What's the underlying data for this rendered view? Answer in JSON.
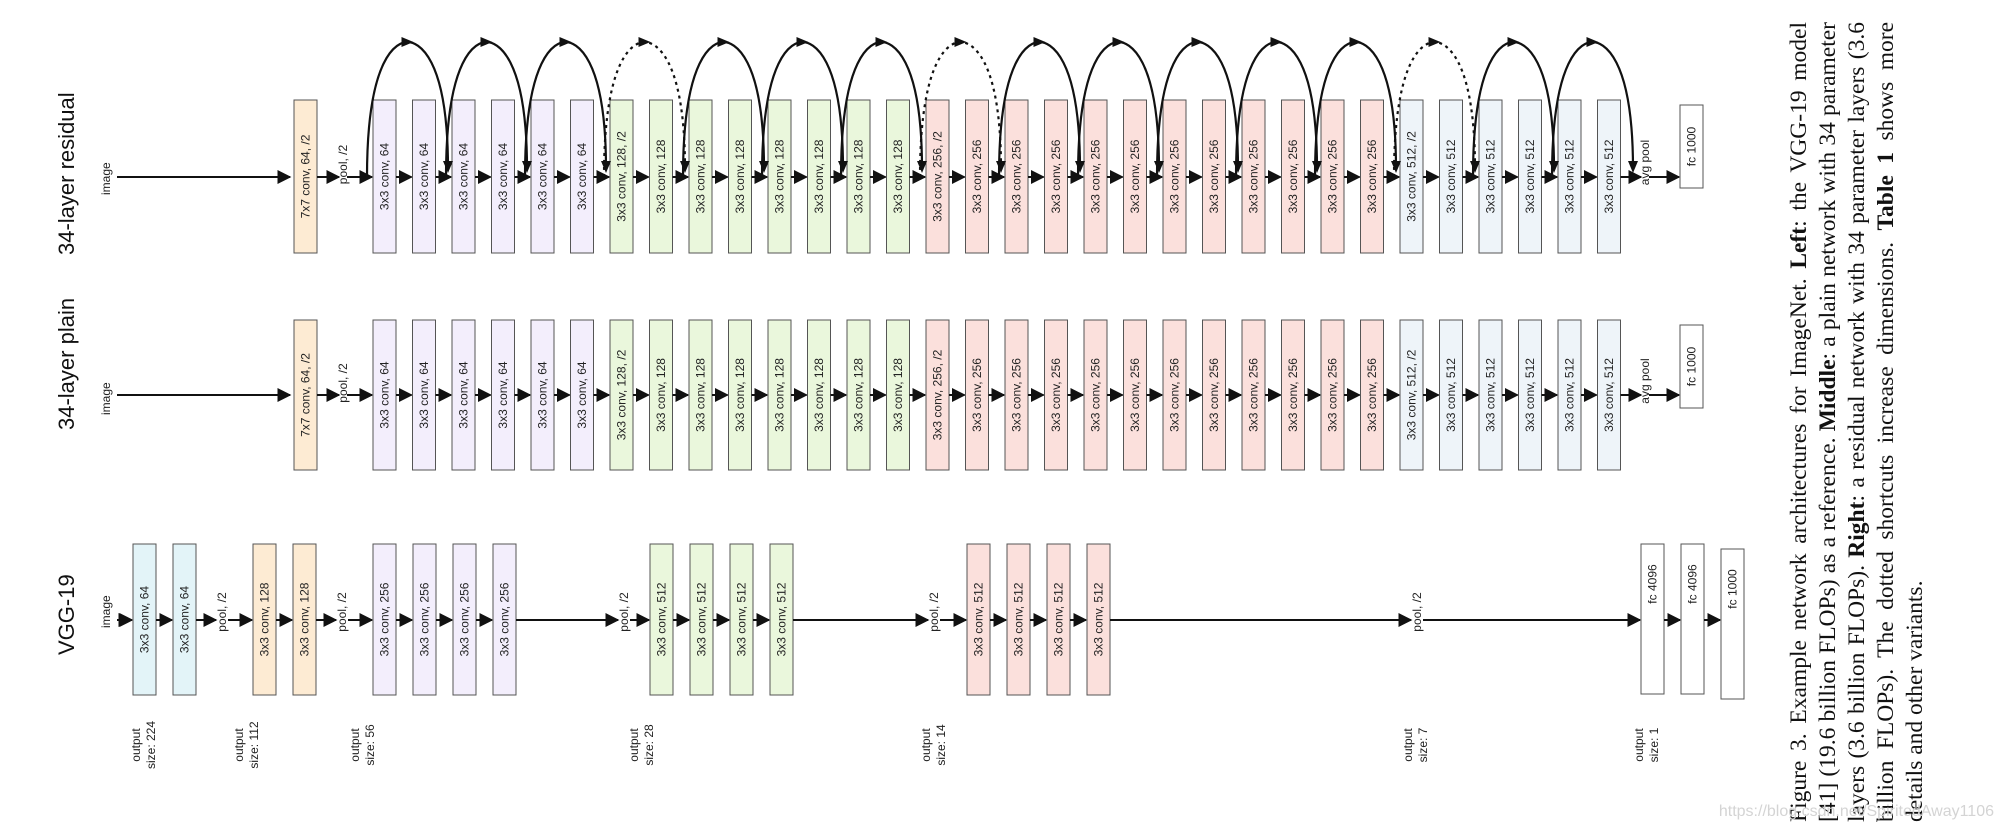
{
  "rows": {
    "resnet": {
      "title": "34-layer residual",
      "input": "image",
      "blocks": [
        {
          "label": "7x7 conv, 64, /2",
          "color": "#fdebd3"
        },
        {
          "label": "pool, /2"
        },
        {
          "label": "3x3 conv, 64",
          "color": "#f3eefc"
        },
        {
          "label": "3x3 conv, 64",
          "color": "#f3eefc"
        },
        {
          "label": "3x3 conv, 64",
          "color": "#f3eefc"
        },
        {
          "label": "3x3 conv, 64",
          "color": "#f3eefc"
        },
        {
          "label": "3x3 conv, 64",
          "color": "#f3eefc"
        },
        {
          "label": "3x3 conv, 64",
          "color": "#f3eefc"
        },
        {
          "label": "3x3 conv, 128, /2",
          "color": "#eaf7dc"
        },
        {
          "label": "3x3 conv, 128",
          "color": "#eaf7dc"
        },
        {
          "label": "3x3 conv, 128",
          "color": "#eaf7dc"
        },
        {
          "label": "3x3 conv, 128",
          "color": "#eaf7dc"
        },
        {
          "label": "3x3 conv, 128",
          "color": "#eaf7dc"
        },
        {
          "label": "3x3 conv, 128",
          "color": "#eaf7dc"
        },
        {
          "label": "3x3 conv, 128",
          "color": "#eaf7dc"
        },
        {
          "label": "3x3 conv, 128",
          "color": "#eaf7dc"
        },
        {
          "label": "3x3 conv, 256, /2",
          "color": "#fbe0dc"
        },
        {
          "label": "3x3 conv, 256",
          "color": "#fbe0dc"
        },
        {
          "label": "3x3 conv, 256",
          "color": "#fbe0dc"
        },
        {
          "label": "3x3 conv, 256",
          "color": "#fbe0dc"
        },
        {
          "label": "3x3 conv, 256",
          "color": "#fbe0dc"
        },
        {
          "label": "3x3 conv, 256",
          "color": "#fbe0dc"
        },
        {
          "label": "3x3 conv, 256",
          "color": "#fbe0dc"
        },
        {
          "label": "3x3 conv, 256",
          "color": "#fbe0dc"
        },
        {
          "label": "3x3 conv, 256",
          "color": "#fbe0dc"
        },
        {
          "label": "3x3 conv, 256",
          "color": "#fbe0dc"
        },
        {
          "label": "3x3 conv, 256",
          "color": "#fbe0dc"
        },
        {
          "label": "3x3 conv, 256",
          "color": "#fbe0dc"
        },
        {
          "label": "3x3 conv, 512, /2",
          "color": "#eef4f9"
        },
        {
          "label": "3x3 conv, 512",
          "color": "#eef4f9"
        },
        {
          "label": "3x3 conv, 512",
          "color": "#eef4f9"
        },
        {
          "label": "3x3 conv, 512",
          "color": "#eef4f9"
        },
        {
          "label": "3x3 conv, 512",
          "color": "#eef4f9"
        },
        {
          "label": "3x3 conv, 512",
          "color": "#eef4f9"
        },
        {
          "label": "avg pool"
        },
        {
          "label": "fc 1000",
          "color": "#ffffff"
        }
      ],
      "shortcuts": [
        "solid",
        "solid",
        "solid",
        "dotted",
        "solid",
        "solid",
        "solid",
        "dotted",
        "solid",
        "solid",
        "solid",
        "solid",
        "solid",
        "dotted",
        "solid",
        "solid"
      ]
    },
    "plain": {
      "title": "34-layer plain",
      "input": "image",
      "blocks": [
        {
          "label": "7x7 conv, 64, /2",
          "color": "#fdebd3"
        },
        {
          "label": "pool, /2"
        },
        {
          "label": "3x3 conv, 64",
          "color": "#f3eefc"
        },
        {
          "label": "3x3 conv, 64",
          "color": "#f3eefc"
        },
        {
          "label": "3x3 conv, 64",
          "color": "#f3eefc"
        },
        {
          "label": "3x3 conv, 64",
          "color": "#f3eefc"
        },
        {
          "label": "3x3 conv, 64",
          "color": "#f3eefc"
        },
        {
          "label": "3x3 conv, 64",
          "color": "#f3eefc"
        },
        {
          "label": "3x3 conv, 128, /2",
          "color": "#eaf7dc"
        },
        {
          "label": "3x3 conv, 128",
          "color": "#eaf7dc"
        },
        {
          "label": "3x3 conv, 128",
          "color": "#eaf7dc"
        },
        {
          "label": "3x3 conv, 128",
          "color": "#eaf7dc"
        },
        {
          "label": "3x3 conv, 128",
          "color": "#eaf7dc"
        },
        {
          "label": "3x3 conv, 128",
          "color": "#eaf7dc"
        },
        {
          "label": "3x3 conv, 128",
          "color": "#eaf7dc"
        },
        {
          "label": "3x3 conv, 128",
          "color": "#eaf7dc"
        },
        {
          "label": "3x3 conv, 256, /2",
          "color": "#fbe0dc"
        },
        {
          "label": "3x3 conv, 256",
          "color": "#fbe0dc"
        },
        {
          "label": "3x3 conv, 256",
          "color": "#fbe0dc"
        },
        {
          "label": "3x3 conv, 256",
          "color": "#fbe0dc"
        },
        {
          "label": "3x3 conv, 256",
          "color": "#fbe0dc"
        },
        {
          "label": "3x3 conv, 256",
          "color": "#fbe0dc"
        },
        {
          "label": "3x3 conv, 256",
          "color": "#fbe0dc"
        },
        {
          "label": "3x3 conv, 256",
          "color": "#fbe0dc"
        },
        {
          "label": "3x3 conv, 256",
          "color": "#fbe0dc"
        },
        {
          "label": "3x3 conv, 256",
          "color": "#fbe0dc"
        },
        {
          "label": "3x3 conv, 256",
          "color": "#fbe0dc"
        },
        {
          "label": "3x3 conv, 256",
          "color": "#fbe0dc"
        },
        {
          "label": "3x3 conv, 512, /2",
          "color": "#eef4f9"
        },
        {
          "label": "3x3 conv, 512",
          "color": "#eef4f9"
        },
        {
          "label": "3x3 conv, 512",
          "color": "#eef4f9"
        },
        {
          "label": "3x3 conv, 512",
          "color": "#eef4f9"
        },
        {
          "label": "3x3 conv, 512",
          "color": "#eef4f9"
        },
        {
          "label": "3x3 conv, 512",
          "color": "#eef4f9"
        },
        {
          "label": "avg pool"
        },
        {
          "label": "fc 1000",
          "color": "#ffffff"
        }
      ]
    },
    "vgg": {
      "title": "VGG-19",
      "input": "image",
      "blocks": [
        {
          "label": "3x3 conv, 64",
          "color": "#e3f4f8"
        },
        {
          "label": "3x3 conv, 64",
          "color": "#e3f4f8"
        },
        {
          "label": "pool, /2"
        },
        {
          "label": "3x3 conv, 128",
          "color": "#fdebd3"
        },
        {
          "label": "3x3 conv, 128",
          "color": "#fdebd3"
        },
        {
          "label": "pool, /2"
        },
        {
          "label": "3x3 conv, 256",
          "color": "#f3eefc"
        },
        {
          "label": "3x3 conv, 256",
          "color": "#f3eefc"
        },
        {
          "label": "3x3 conv, 256",
          "color": "#f3eefc"
        },
        {
          "label": "3x3 conv, 256",
          "color": "#f3eefc"
        },
        {
          "label": "pool, /2"
        },
        {
          "label": "3x3 conv, 512",
          "color": "#eaf7dc"
        },
        {
          "label": "3x3 conv, 512",
          "color": "#eaf7dc"
        },
        {
          "label": "3x3 conv, 512",
          "color": "#eaf7dc"
        },
        {
          "label": "3x3 conv, 512",
          "color": "#eaf7dc"
        },
        {
          "label": "pool, /2"
        },
        {
          "label": "3x3 conv, 512",
          "color": "#fbe0dc"
        },
        {
          "label": "3x3 conv, 512",
          "color": "#fbe0dc"
        },
        {
          "label": "3x3 conv, 512",
          "color": "#fbe0dc"
        },
        {
          "label": "3x3 conv, 512",
          "color": "#fbe0dc"
        },
        {
          "label": "pool, /2"
        },
        {
          "label": "fc 4096",
          "color": "#ffffff"
        },
        {
          "label": "fc 4096",
          "color": "#ffffff"
        },
        {
          "label": "fc 1000",
          "color": "#ffffff"
        }
      ],
      "output_sizes": [
        [
          "output",
          "size: 224"
        ],
        [
          "output",
          "size: 112"
        ],
        [
          "output",
          "size: 56"
        ],
        [
          "output",
          "size: 28"
        ],
        [
          "output",
          "size: 14"
        ],
        [
          "output",
          "size: 7"
        ],
        [
          "output",
          "size: 1"
        ]
      ]
    }
  },
  "caption": {
    "fig": "Figure 3.",
    "s1": " Example network architectures for ImageNet. ",
    "left": "Left",
    "s2": ": the VGG-19 model [41] (19.6 billion FLOPs) as a reference. ",
    "middle": "Middle",
    "s3": ": a plain network with 34 parameter layers (3.6 billion FLOPs). ",
    "right": "Right",
    "s4": ": a residual network with 34 parameter layers (3.6 billion FLOPs). The dotted shortcuts increase dimensions. ",
    "table": "Table 1",
    "s5": " shows more details and other variants."
  },
  "watermark": "https://blog.csdn.net/SpiritedAway1106"
}
